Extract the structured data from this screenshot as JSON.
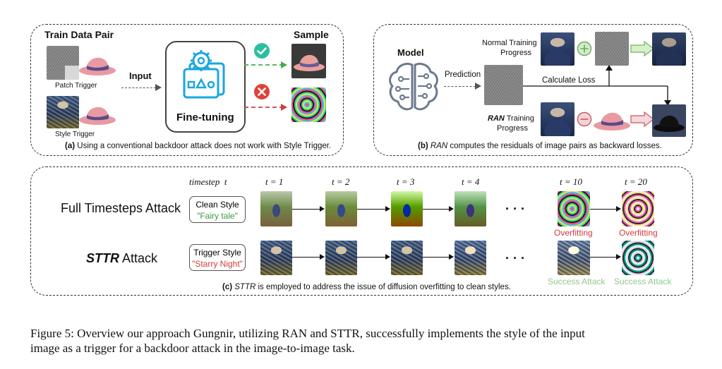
{
  "panel_a": {
    "title": "Train Data Pair",
    "sample_title": "Sample",
    "patch_label": "Patch Trigger",
    "style_label": "Style Trigger",
    "input_label": "Input",
    "finetune_label": "Fine-tuning",
    "caption_letter": "(a)",
    "caption_text": " Using a conventional backdoor attack does not work with Style Trigger."
  },
  "panel_b": {
    "model_label": "Model",
    "prediction_label": "Prediction",
    "normal_label_1": "Normal Training",
    "normal_label_2": "Progress",
    "ran_label_1a": "RAN",
    "ran_label_1b": " Training",
    "ran_label_2": "Progress",
    "calc_loss_label": "Calculate Loss",
    "caption_letter": "(b)",
    "caption_ran": "RAN",
    "caption_text": " computes the residuals of image pairs as backward losses."
  },
  "panel_c": {
    "timestep_word": "timestep",
    "timestep_var": "t",
    "steps": [
      "t = 1",
      "t = 2",
      "t = 3",
      "t = 4",
      "t = 10",
      "t = 20"
    ],
    "ellipsis": "· · ·",
    "row1_label": "Full Timesteps Attack",
    "row2_label_bold": "STTR",
    "row2_label_rest": " Attack",
    "clean_style": "Clean Style",
    "clean_name": "\"Fairy tale\"",
    "trigger_style": "Trigger Style",
    "trigger_name": "\"Starry Night\"",
    "overfit_label": "Overfitting",
    "success_label": "Success Attack",
    "caption_letter": "(c)",
    "caption_sttr": "STTR",
    "caption_text": " is employed to address the issue of diffusion overfitting to clean styles."
  },
  "figure_caption": {
    "line1": "Figure 5: Overview our approach Gungnir, utilizing RAN and STTR, successfully implements the style of the input",
    "line2": "image as a trigger for a backdoor attack in the image-to-image task."
  },
  "colors": {
    "check_green": "#2bbfa0",
    "cross_red": "#e0403a",
    "finetune_blue": "#1aa6e0",
    "overfit_red": "#d43a3a",
    "success_green": "#8fc98a",
    "dash_green": "#49a84f",
    "dash_red": "#c94040",
    "hat_pink": "#e89aa2",
    "hat_band": "#5a4a8a"
  },
  "icons": [
    "check-icon",
    "cross-icon",
    "gear-icon",
    "brain-icon",
    "plus-icon",
    "minus-icon",
    "hat-icon"
  ]
}
